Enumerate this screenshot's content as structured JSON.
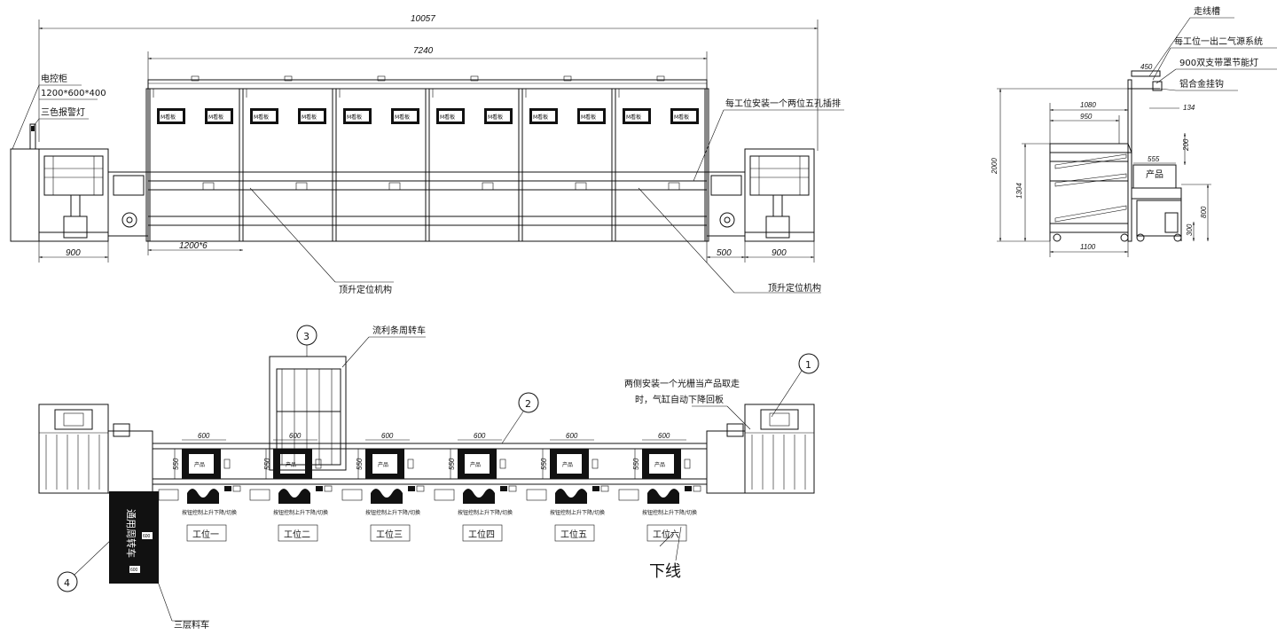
{
  "dimensions": {
    "total_length": "10057",
    "frame_length": "7240",
    "cabinet_width": "900",
    "right_station_width": "900",
    "gap_500": "500",
    "bay_pitch": "1200*6",
    "station_width": "600",
    "station_depth": "550",
    "side_450": "450",
    "side_134": "134",
    "side_1080": "1080",
    "side_950": "950",
    "side_2000": "2000",
    "side_200": "200",
    "side_555": "555",
    "side_1304": "1304",
    "side_800": "800",
    "side_300": "300",
    "side_1100": "1100",
    "cart_600a": "600",
    "cart_600b": "600"
  },
  "labels": {
    "electric_cabinet": "电控柜",
    "cabinet_size": "1200*600*400",
    "tri_color_lamp": "三色报警灯",
    "outlet_note": "每工位安装一个两位五孔插排",
    "lift_left": "顶升定位机构",
    "lift_right": "顶升定位机构",
    "wire_trough": "走线槽",
    "air_source": "每工位一出二气源系统",
    "lamp_900": "900双支带罩节能灯",
    "al_hook": "铝合金挂钩",
    "product_side": "产品",
    "turnover_cart": "流利条周转车",
    "grating_note_1": "两侧安装一个光栅当产品取走",
    "grating_note_2": "时，气缸自动下降回板",
    "offline": "下线",
    "three_layer_cart": "三层料车",
    "cart_vertical": "通用周转车",
    "button_note": "按钮控制上升下降/切换",
    "product": "产品",
    "m_board": "M看板"
  },
  "balloons": [
    "1",
    "2",
    "3",
    "4"
  ],
  "stations": [
    "工位一",
    "工位二",
    "工位三",
    "工位四",
    "工位五",
    "工位六"
  ]
}
